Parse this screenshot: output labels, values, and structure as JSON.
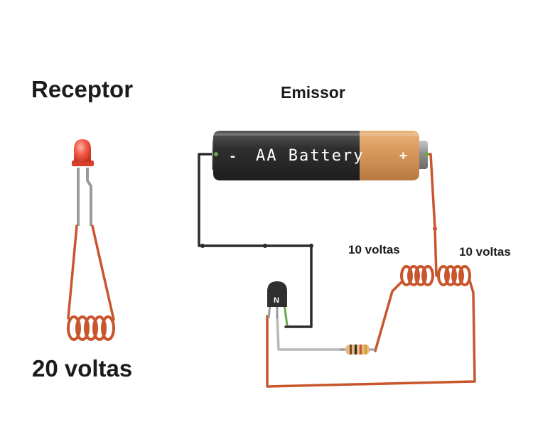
{
  "labels": {
    "receptor": "Receptor",
    "emissor": "Emissor",
    "receptor_turns": "20 voltas",
    "coil1_turns": "10 voltas",
    "coil2_turns": "10 voltas"
  },
  "battery": {
    "label": "AA Battery",
    "neg": "-",
    "pos": "+"
  },
  "transistor": {
    "label": "N"
  },
  "colors": {
    "copper_wire": "#c8552c",
    "black_wire": "#2b2b2b",
    "battery_black": "#2f2f2f",
    "battery_copper": "#d99a5c",
    "led_red": "#e84a3a"
  }
}
